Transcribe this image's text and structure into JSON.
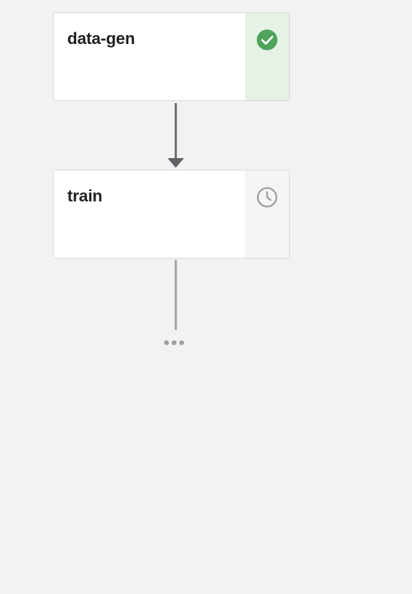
{
  "pipeline": {
    "nodes": [
      {
        "label": "data-gen",
        "status": "succeeded",
        "status_icon": "check-circle-icon",
        "status_color": "#4fa35b",
        "panel_color": "#e6f2e6"
      },
      {
        "label": "train",
        "status": "pending",
        "status_icon": "clock-icon",
        "status_color": "#9aa0a6",
        "panel_color": "#f5f5f5"
      }
    ],
    "edge_colors": {
      "completed": "#5f6368",
      "pending": "#9aa0a6"
    },
    "more_indicator": "more-icon"
  }
}
